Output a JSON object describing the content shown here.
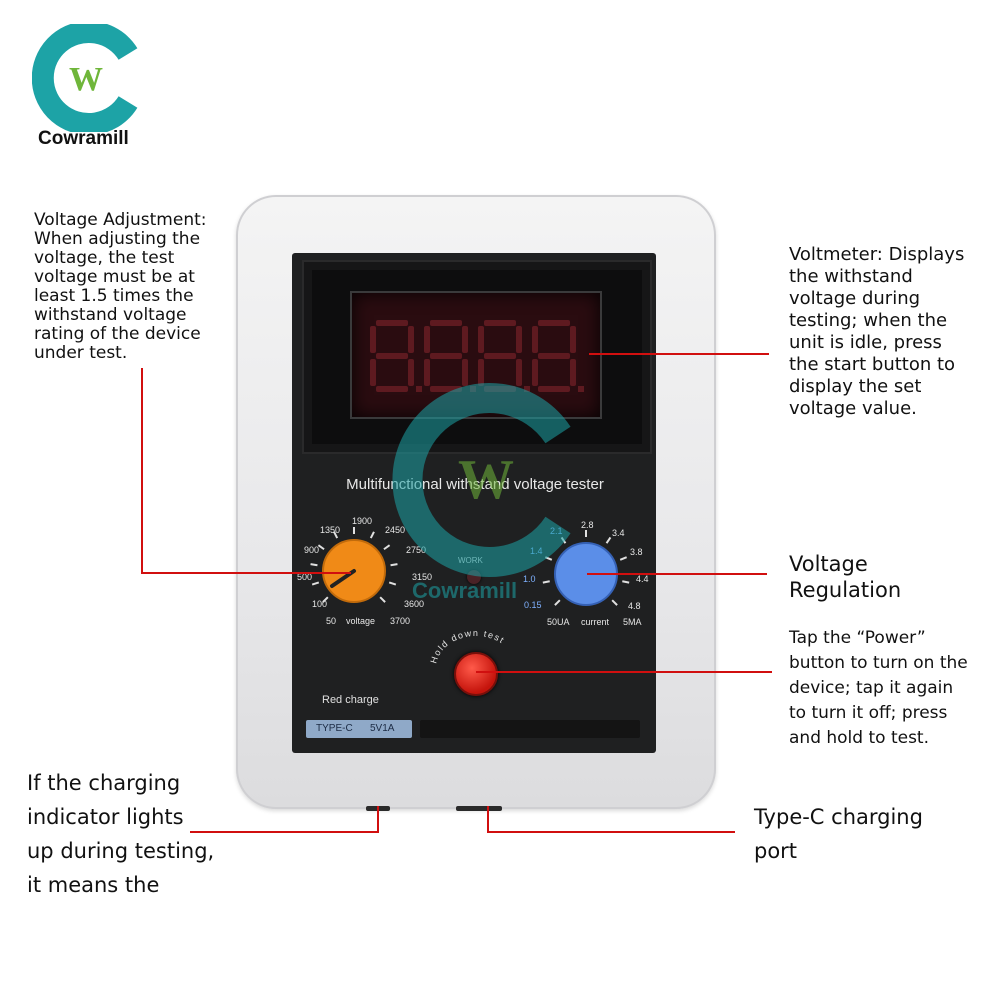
{
  "brand": {
    "name": "Cowramill",
    "logo_letter": "W",
    "watermark": "Cowramill"
  },
  "colors": {
    "brand_teal": "#1da3a6",
    "brand_green": "#6fb63a",
    "callout_red": "#d10f0f",
    "voltage_knob": "#f08a17",
    "current_knob": "#5b8ee8"
  },
  "device": {
    "title": "Multifunctional withstand voltage tester",
    "work_label": "WORK",
    "button_label": "Hold down test",
    "red_charge_label": "Red charge",
    "typec_label": "TYPE-C",
    "power_label": "5V1A",
    "display_digits": "8.8.8.8",
    "voltage_dial": {
      "name": "voltage",
      "scale": [
        "100",
        "500",
        "900",
        "1350",
        "1900",
        "2450",
        "2750",
        "3150",
        "3600",
        "3700",
        "50"
      ]
    },
    "current_dial": {
      "name": "current",
      "scale": [
        "0.15",
        "1.0",
        "1.4",
        "2.1",
        "2.8",
        "3.4",
        "3.8",
        "4.4",
        "4.8"
      ],
      "min_label": "50UA",
      "max_label": "5MA"
    }
  },
  "annotations": {
    "voltage_adjustment": [
      "Voltage Adjustment:",
      "When adjusting the",
      "voltage, the test",
      "voltage must be at",
      "least 1.5 times the",
      "withstand voltage",
      "rating of the device",
      "under test."
    ],
    "voltmeter": [
      "Voltmeter: Displays",
      "the withstand",
      "voltage during",
      "testing; when the",
      "unit is idle, press",
      "the start button to",
      "display the set",
      "voltage value."
    ],
    "voltage_regulation": [
      "Voltage",
      "Regulation"
    ],
    "power_button": [
      "Tap the “Power”",
      "button to turn on the",
      "device; tap it again",
      "to turn it off; press",
      "and hold to test."
    ],
    "charging_indicator": [
      "If the charging",
      "indicator lights",
      "up during testing,",
      "it means the"
    ],
    "typec_port": [
      "Type-C charging",
      "port"
    ]
  }
}
